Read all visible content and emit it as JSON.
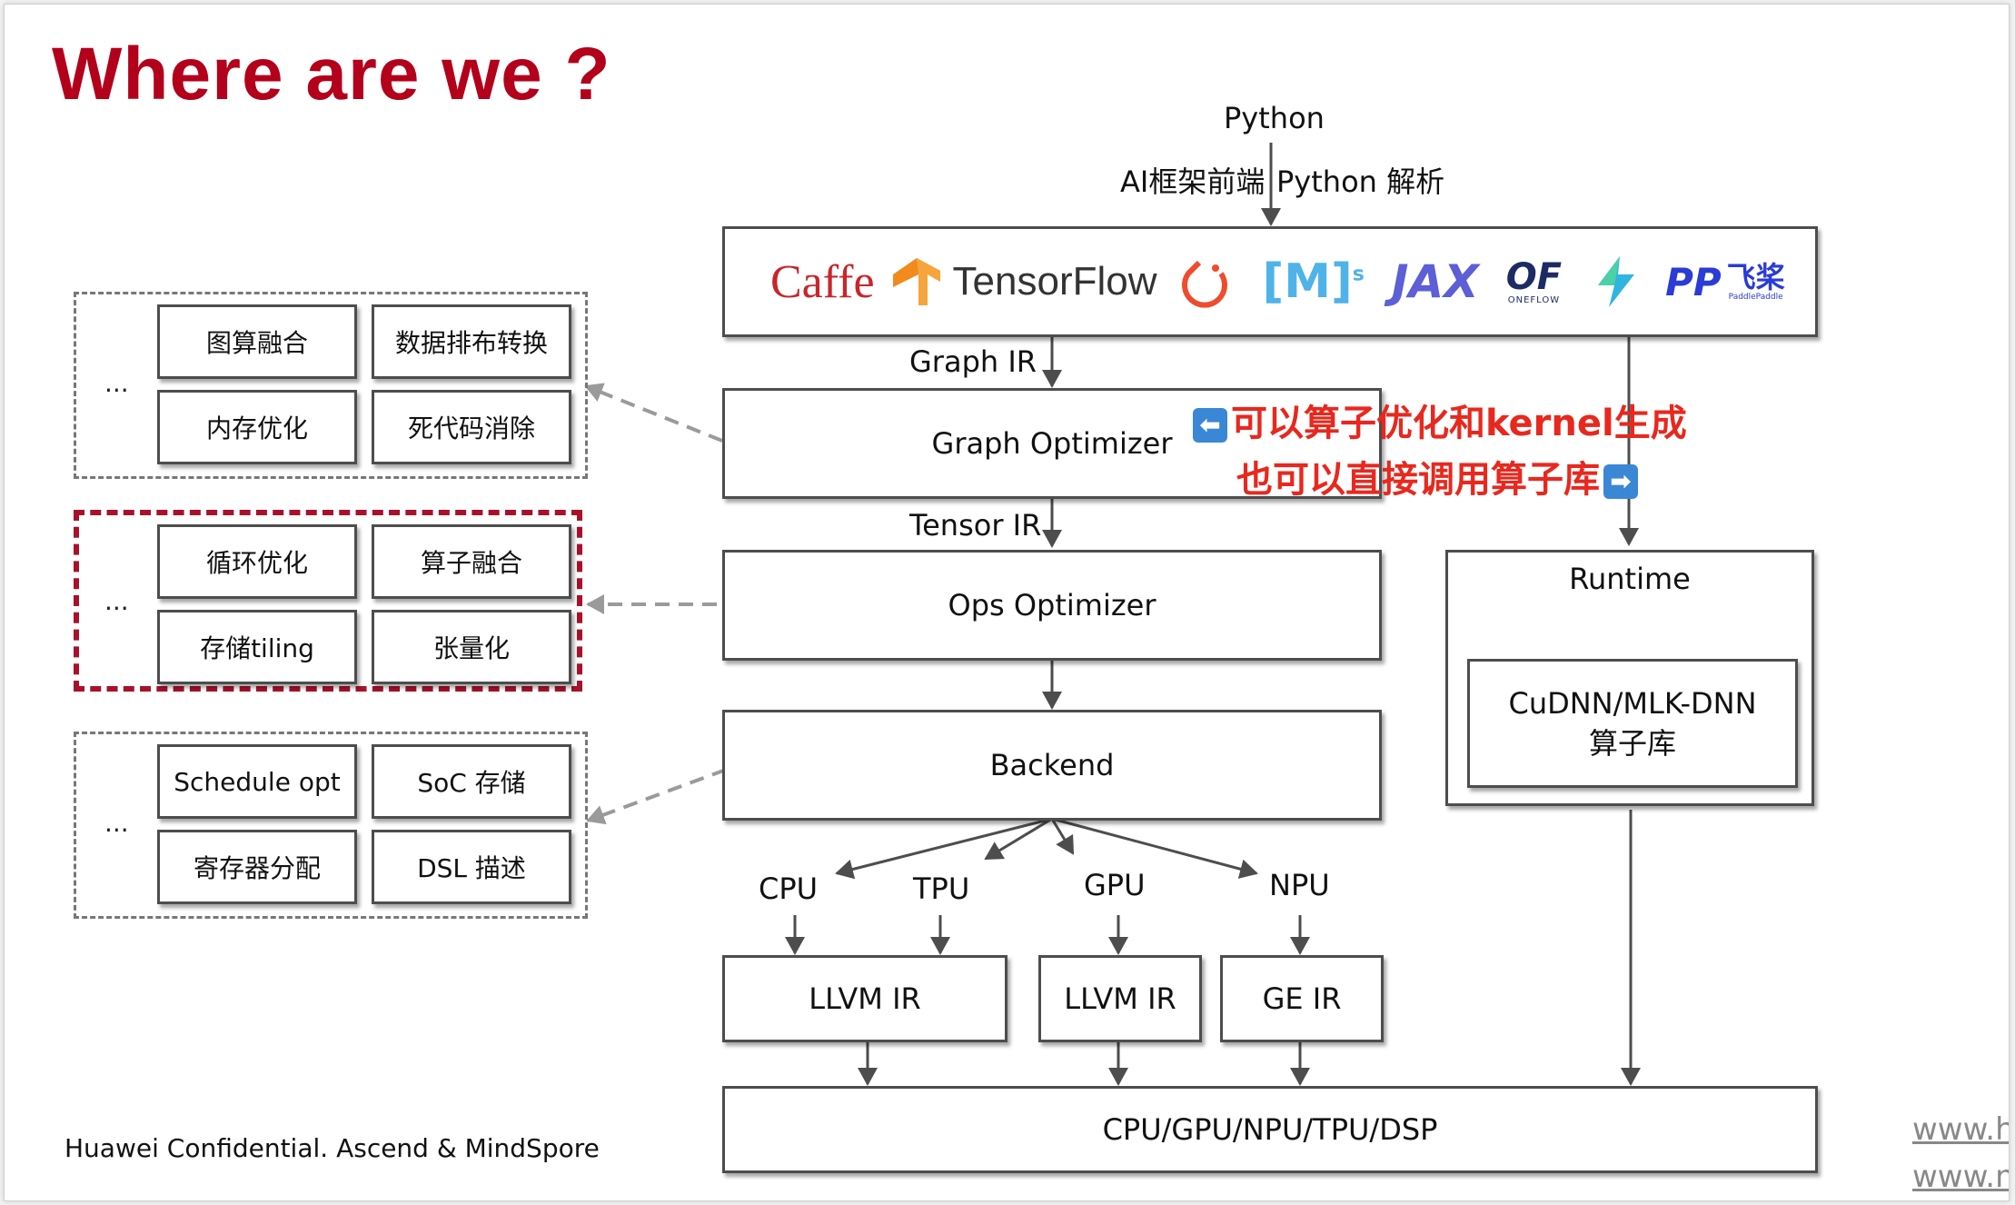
{
  "title": "Where are we ?",
  "top": {
    "python": "Python",
    "frontend_left": "AI框架前端",
    "frontend_right": "Python 解析"
  },
  "logos": {
    "caffe": "Caffe",
    "tensorflow": "TensorFlow",
    "mindspore": "[M]",
    "mindspore_sup": "s",
    "jax": "JAX",
    "oneflow_mark": "OF",
    "oneflow": "ONEFLOW",
    "paddle_mark": "PP",
    "paddle_cn": "飞桨",
    "paddle_en": "PaddlePaddle"
  },
  "labels": {
    "graph_ir": "Graph IR",
    "tensor_ir": "Tensor IR"
  },
  "pipeline": {
    "graph_optimizer": "Graph Optimizer",
    "ops_optimizer": "Ops Optimizer",
    "backend": "Backend",
    "devices": "CPU/GPU/NPU/TPU/DSP"
  },
  "runtime": {
    "title": "Runtime",
    "lib_line1": "CuDNN/MLK-DNN",
    "lib_line2": "算子库"
  },
  "annotation": {
    "line1": "可以算子优化和kernel生成",
    "line2": "也可以直接调用算子库"
  },
  "hardware": [
    "CPU",
    "TPU",
    "GPU",
    "NPU"
  ],
  "irs": [
    "LLVM IR",
    "LLVM IR",
    "GE IR"
  ],
  "groups": [
    {
      "ellipsis": "...",
      "items": [
        "图算融合",
        "数据排布转换",
        "内存优化",
        "死代码消除"
      ]
    },
    {
      "ellipsis": "...",
      "items": [
        "循环优化",
        "算子融合",
        "存储tiling",
        "张量化"
      ]
    },
    {
      "ellipsis": "...",
      "items": [
        "Schedule opt",
        "SoC 存储",
        "寄存器分配",
        "DSL 描述"
      ]
    }
  ],
  "footer": "Huawei Confidential. Ascend & MindSpore",
  "watermark": [
    "www.h",
    "www.n"
  ],
  "colors": {
    "title": "#b3001b",
    "annotation": "#e8281e",
    "highlight_group_border": "#a8112a"
  }
}
